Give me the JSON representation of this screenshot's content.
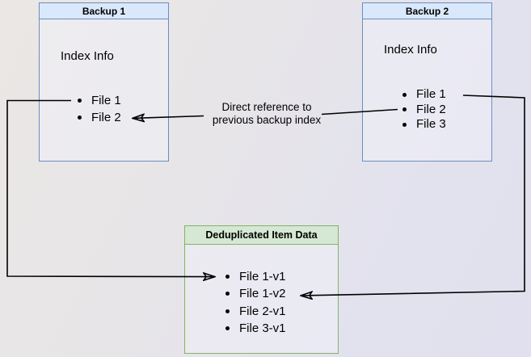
{
  "diagram": {
    "backup1": {
      "title": "Backup 1",
      "body_label": "Index Info",
      "items": [
        "File 1",
        "File 2"
      ]
    },
    "backup2": {
      "title": "Backup 2",
      "body_label": "Index Info",
      "items": [
        "File 1",
        "File 2",
        "File 3"
      ]
    },
    "dedup": {
      "title": "Deduplicated Item Data",
      "items": [
        "File 1-v1",
        "File 1-v2",
        "File 2-v1",
        "File 3-v1"
      ]
    },
    "annotation": {
      "line1": "Direct reference to",
      "line2": "previous backup index"
    },
    "colors": {
      "blue_header_fill": "#dae8fc",
      "blue_border": "#6c8ebf",
      "green_header_fill": "#d5e8d4",
      "green_border": "#82b366",
      "connector": "#000000"
    }
  }
}
